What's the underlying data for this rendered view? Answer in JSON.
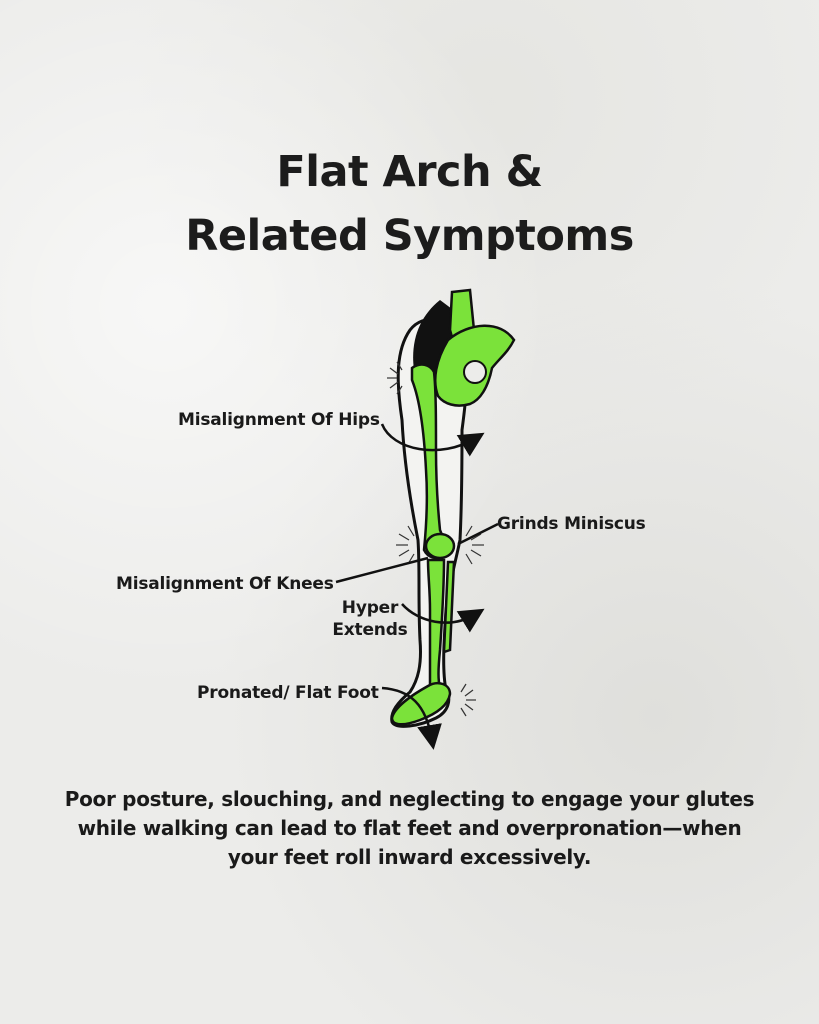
{
  "title": {
    "line1": "Flat Arch &",
    "line2": "Related Symptoms"
  },
  "labels": {
    "hips": "Misalignment Of Hips",
    "grinds": "Grinds Miniscus",
    "knees": "Misalignment Of Knees",
    "hyper_line1": "Hyper",
    "hyper_line2": "Extends",
    "foot": "Pronated/ Flat Foot"
  },
  "caption": "Poor posture, slouching, and neglecting to engage your glutes while walking can lead to flat feet and overpronation—when your feet roll inward excessively.",
  "colors": {
    "bone_green": "#7be23a",
    "outline": "#111111",
    "background": "#ececea"
  }
}
